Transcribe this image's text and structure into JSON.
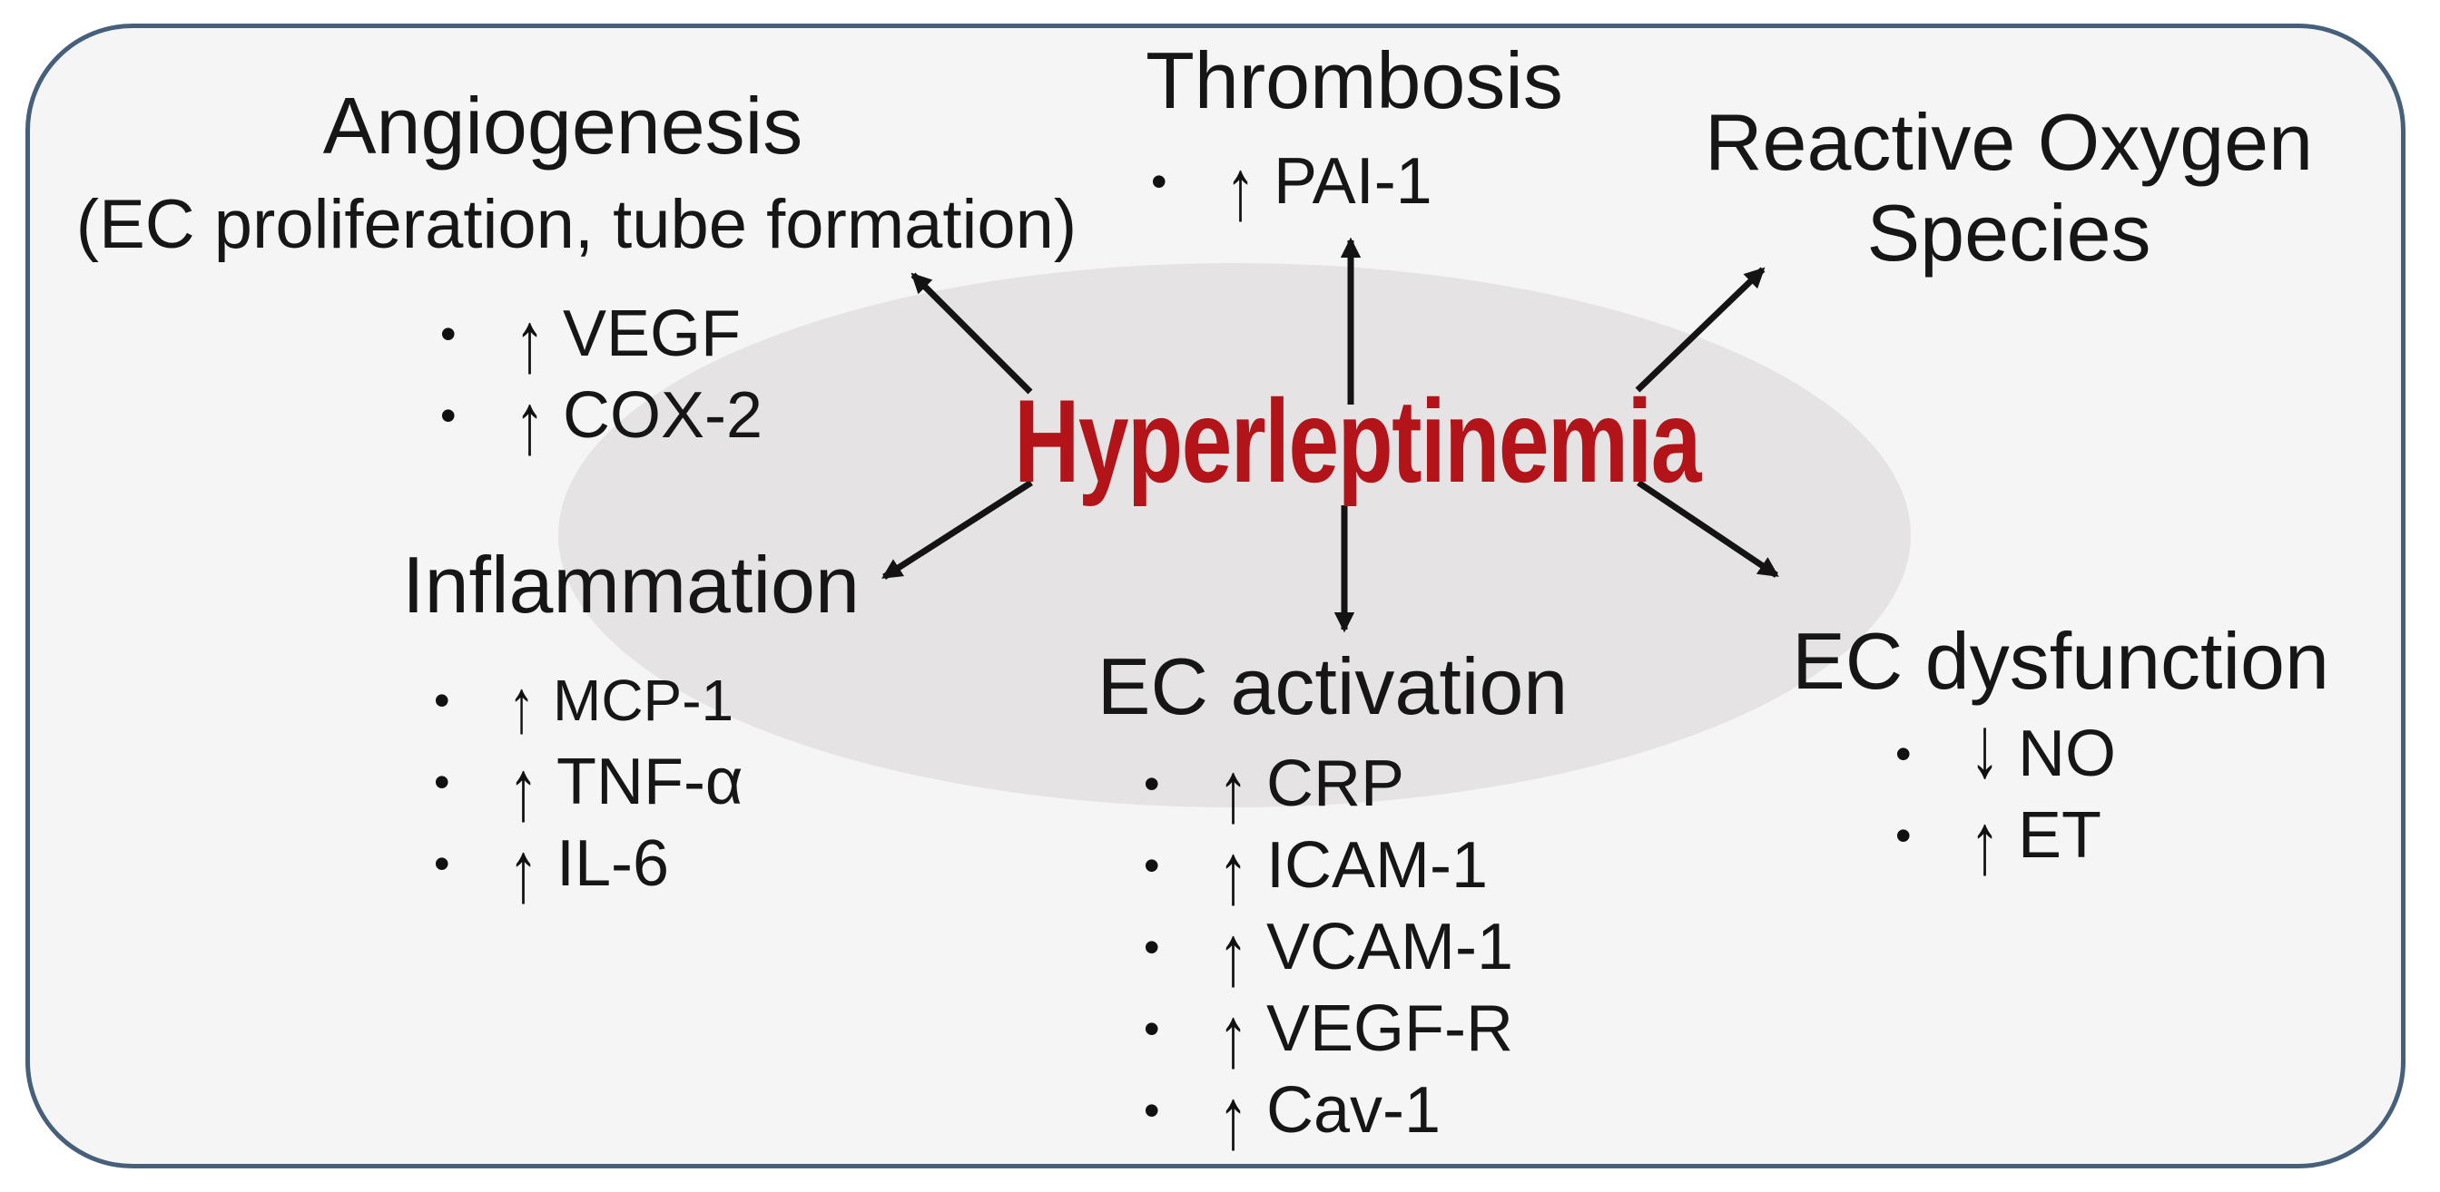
{
  "figure": {
    "center": {
      "title": "Hyperleptinemia"
    },
    "blocks": {
      "angiogenesis": {
        "title": "Angiogenesis",
        "subtitle": "(EC proliferation, tube formation)",
        "items": [
          {
            "dir": "↑",
            "label": "VEGF"
          },
          {
            "dir": "↑",
            "label": "COX-2"
          }
        ]
      },
      "thrombosis": {
        "title": "Thrombosis",
        "items": [
          {
            "dir": "↑",
            "label": "PAI-1"
          }
        ]
      },
      "reactive_oxygen_species": {
        "title_line1": "Reactive Oxygen",
        "title_line2": "Species",
        "items": []
      },
      "inflammation": {
        "title": "Inflammation",
        "items": [
          {
            "dir": "↑",
            "label": "MCP-1"
          },
          {
            "dir": "↑",
            "label": "TNF-α"
          },
          {
            "dir": "↑",
            "label": "IL-6"
          }
        ]
      },
      "ec_activation": {
        "title": "EC activation",
        "items": [
          {
            "dir": "↑",
            "label": "CRP"
          },
          {
            "dir": "↑",
            "label": "ICAM-1"
          },
          {
            "dir": "↑",
            "label": "VCAM-1"
          },
          {
            "dir": "↑",
            "label": "VEGF-R"
          },
          {
            "dir": "↑",
            "label": "Cav-1"
          }
        ]
      },
      "ec_dysfunction": {
        "title": "EC dysfunction",
        "items": [
          {
            "dir": "↓",
            "label": "NO"
          },
          {
            "dir": "↑",
            "label": "ET"
          }
        ]
      }
    },
    "colors": {
      "center_title_red": "#b31419",
      "frame_border_blue": "#46607c",
      "frame_fill": "#f6f5f5",
      "ellipse_gray": "#e5e3e4",
      "arrow_black": "#141414",
      "text_black": "#161616"
    }
  },
  "ui": {
    "bullet_char": "•"
  }
}
